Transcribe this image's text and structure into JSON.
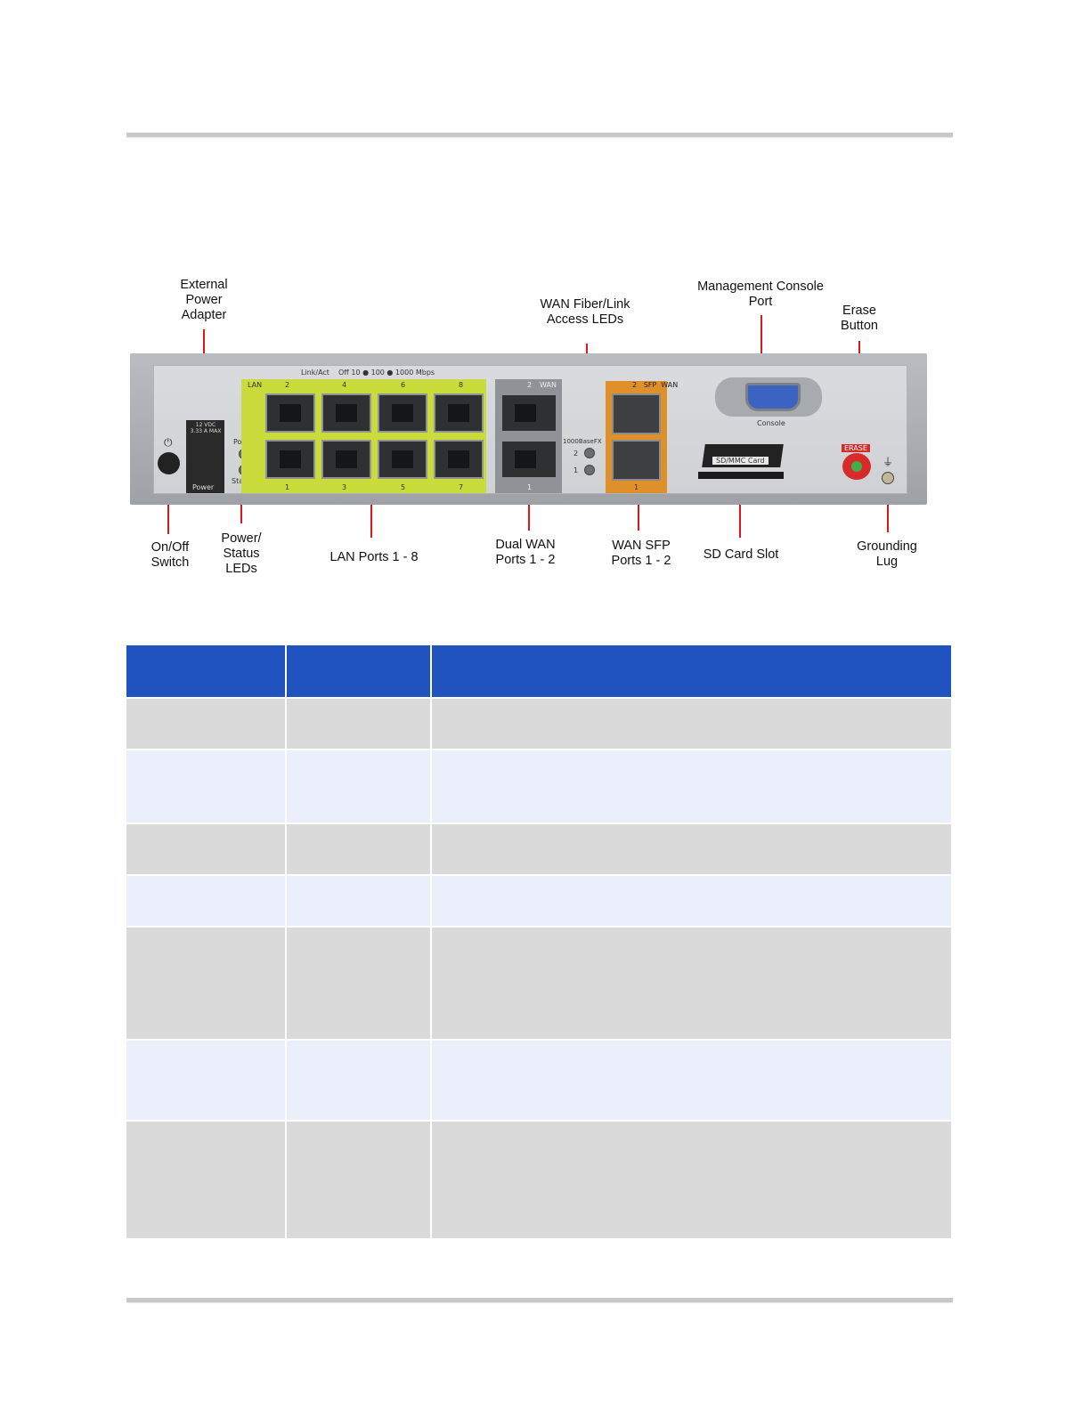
{
  "figure": {
    "callouts": [
      {
        "id": "external-power-adapter",
        "text": "External\nPower\nAdapter"
      },
      {
        "id": "wan-fiber-link-access-leds",
        "text": "WAN Fiber/Link\nAccess LEDs"
      },
      {
        "id": "management-console-port",
        "text": "Management Console\nPort"
      },
      {
        "id": "erase-button",
        "text": "Erase\nButton"
      },
      {
        "id": "on-off-switch",
        "text": "On/Off\nSwitch"
      },
      {
        "id": "power-status-leds",
        "text": "Power/\nStatus\nLEDs"
      },
      {
        "id": "lan-ports",
        "text": "LAN Ports 1 - 8"
      },
      {
        "id": "dual-wan-ports",
        "text": "Dual  WAN\nPorts 1 - 2"
      },
      {
        "id": "wan-sfp-ports",
        "text": "WAN SFP\nPorts 1 - 2"
      },
      {
        "id": "sd-card-slot",
        "text": "SD Card Slot"
      },
      {
        "id": "grounding-lug",
        "text": "Grounding\nLug"
      }
    ],
    "device_markings": {
      "link_act": "Link/Act",
      "speed_legend": "Off 10  ● 100  ● 1000 Mbps",
      "lan": "LAN",
      "lan_top_numbers": [
        "2",
        "4",
        "6",
        "8"
      ],
      "lan_bottom_numbers": [
        "1",
        "3",
        "5",
        "7"
      ],
      "wan": "WAN",
      "wan_top": "2",
      "wan_bottom": "1",
      "sfp_wan": "2   SFP  WAN",
      "sfp_bottom": "1",
      "fx": "1000BaseFX",
      "fx_top": "2",
      "fx_bottom": "1",
      "power_led": "Power",
      "status_led": "Status",
      "dc_rating": "12 VDC\n3.33 A MAX",
      "power_jack": "Power",
      "console": "Console",
      "sd_card": "SD/MMC Card",
      "erase": "ERASE"
    }
  },
  "table": {
    "headers": [
      "",
      "",
      ""
    ],
    "rows": [
      {
        "cells": [
          "",
          "",
          ""
        ]
      },
      {
        "cells": [
          "",
          "",
          ""
        ]
      },
      {
        "cells": [
          "",
          "",
          ""
        ]
      },
      {
        "cells": [
          "",
          "",
          ""
        ]
      },
      {
        "cells": [
          "",
          "",
          ""
        ]
      },
      {
        "cells": [
          "",
          "",
          ""
        ]
      },
      {
        "cells": [
          "",
          "",
          ""
        ]
      }
    ]
  },
  "colors": {
    "header_blue": "#2052c0",
    "row_gray": "#dadada",
    "row_light": "#ebeffb",
    "leader_red": "#e01818",
    "lan_green": "#c9dc3c",
    "sfp_orange": "#e0902a"
  }
}
